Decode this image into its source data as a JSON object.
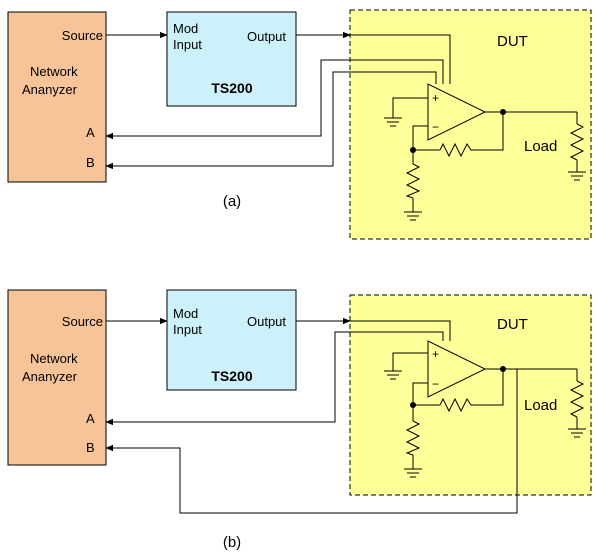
{
  "diagrams": [
    {
      "caption": "(a)",
      "analyzer": {
        "line1": "Network",
        "line2": "Ananyzer",
        "source": "Source",
        "port_a": "A",
        "port_b": "B"
      },
      "ts200": {
        "title": "TS200",
        "mod1": "Mod",
        "mod2": "Input",
        "output": "Output"
      },
      "dut": {
        "label": "DUT",
        "load": "Load",
        "plus": "+",
        "minus": "−"
      }
    },
    {
      "caption": "(b)",
      "analyzer": {
        "line1": "Network",
        "line2": "Ananyzer",
        "source": "Source",
        "port_a": "A",
        "port_b": "B"
      },
      "ts200": {
        "title": "TS200",
        "mod1": "Mod",
        "mod2": "Input",
        "output": "Output"
      },
      "dut": {
        "label": "DUT",
        "load": "Load",
        "plus": "+",
        "minus": "−"
      }
    }
  ],
  "colors": {
    "analyzer_fill": "#f7c398",
    "ts200_fill": "#ccf1fa",
    "dut_fill": "#ffff99",
    "wire": "#000000"
  }
}
